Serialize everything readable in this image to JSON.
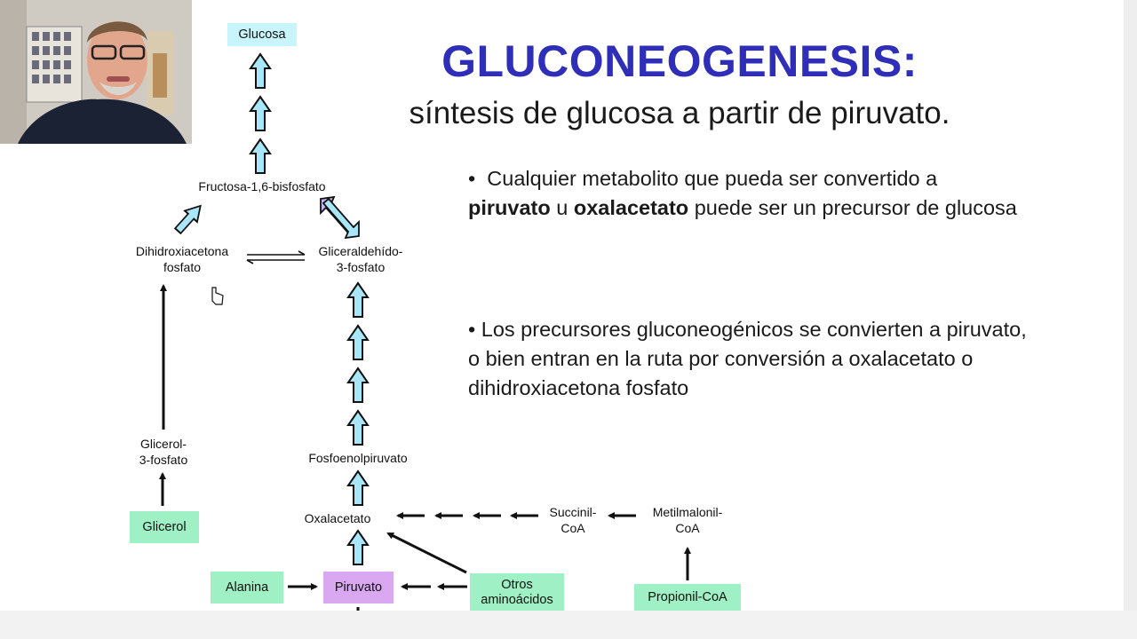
{
  "slide": {
    "title": "GLUCONEOGENESIS:",
    "subtitle": "síntesis de glucosa a partir de piruvato.",
    "bullets": [
      {
        "marker": "•",
        "t1": "Cualquier metabolito que pueda ser convertido a",
        "bold1": "piruvato",
        "t2": " u ",
        "bold2": "oxalacetato",
        "t3": " puede ser un precursor de glucosa"
      },
      {
        "marker": "•",
        "text": "Los precursores gluconeogénicos se convierten a piruvato, o bien entran en la ruta por conversión a oxalacetato o dihidroxiacetona fosfato"
      }
    ]
  },
  "diagram": {
    "glucosa": "Glucosa",
    "fructosa": "Fructosa-1,6-bisfosfato",
    "dhap_line1": "Dihidroxiacetona",
    "dhap_line2": "fosfato",
    "g3p_line1": "Gliceraldehído-",
    "g3p_line2": "3-fosfato",
    "glicerol3p_line1": "Glicerol-",
    "glicerol3p_line2": "3-fosfato",
    "glicerol": "Glicerol",
    "pep": "Fosfoenolpiruvato",
    "oxalacetato": "Oxalacetato",
    "succinil_line1": "Succinil-",
    "succinil_line2": "CoA",
    "metilmalonil_line1": "Metilmalonil-",
    "metilmalonil_line2": "CoA",
    "alanina": "Alanina",
    "piruvato": "Piruvato",
    "otros_line1": "Otros",
    "otros_line2": "aminoácidos",
    "propionil": "Propionil-CoA"
  },
  "colors": {
    "title": "#2e2eb8",
    "hollow_arrow_fill": "#a8e6fa",
    "glucosa_box": "#c8f4fb",
    "precursor_box": "#9ff0c4",
    "piruvato_box": "#d9a8f0"
  },
  "webcam": {
    "description_icon": "presenter-video"
  }
}
